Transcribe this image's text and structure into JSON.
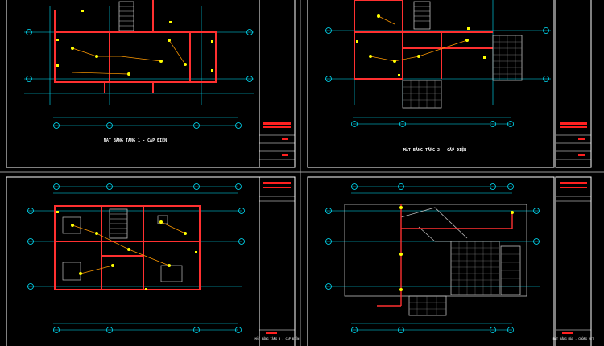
{
  "sheets": [
    {
      "id": "sheet-tl",
      "title": "MẶT BẰNG TẦNG 1 - CẤP ĐIỆN",
      "tb_red": "",
      "tb_name": "",
      "tb_code": ""
    },
    {
      "id": "sheet-tr",
      "title": "MẶT BẰNG TẦNG 2 - CẤP ĐIỆN",
      "tb_red": "",
      "tb_name": "",
      "tb_code": ""
    },
    {
      "id": "sheet-bl",
      "title": "MẶT BẰNG TẦNG 3 - CẤP ĐIỆN",
      "tb_red": "",
      "tb_name": "",
      "tb_code": ""
    },
    {
      "id": "sheet-br",
      "title": "MẶT BẰNG MÁI - CHỐNG SÉT",
      "tb_red": "",
      "tb_name": "",
      "tb_code": ""
    }
  ],
  "colors": {
    "background": "#000000",
    "frame": "#ffffff",
    "wall": "#ff3030",
    "dim": "#00e5ff",
    "grid": "#00e5ff",
    "fixture": "#ffff00",
    "wire": "#ff9900",
    "hatch": "#bfbfbf",
    "titleblock_red": "#ff2020"
  }
}
